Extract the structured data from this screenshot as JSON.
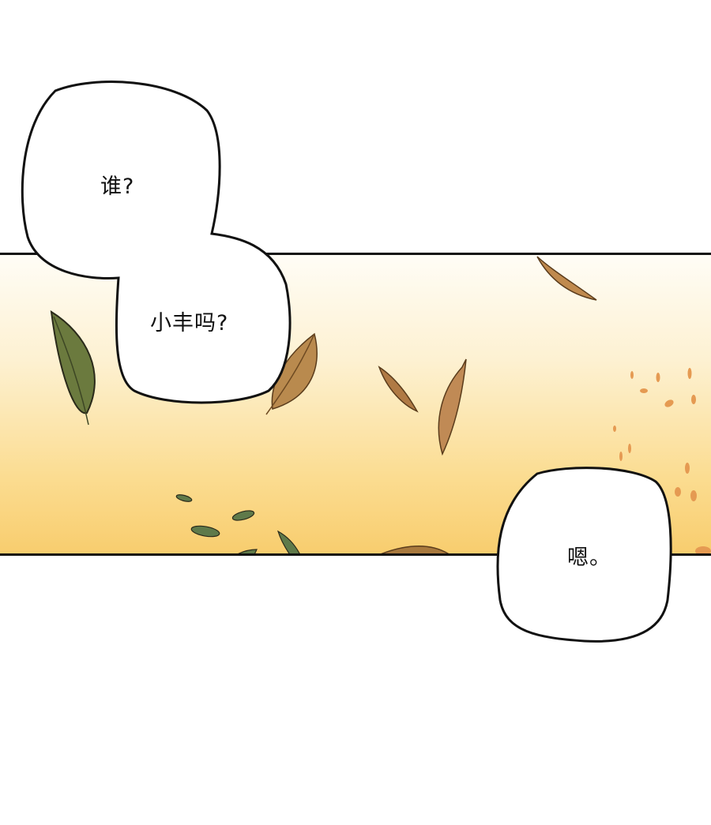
{
  "comic": {
    "panel": {
      "background_gradient": [
        "#fffdf6",
        "#fdf1d2",
        "#fbdc90",
        "#f8cd6e"
      ],
      "border_color": "#111111"
    },
    "bubbles": [
      {
        "id": "bubble-1",
        "text": "谁?"
      },
      {
        "id": "bubble-2",
        "text": "小丰吗?"
      },
      {
        "id": "bubble-3",
        "text": "嗯。"
      }
    ],
    "leaf_colors": {
      "green": "#6b7a3e",
      "brown": "#b98a4e",
      "orange": "#e59a52"
    }
  }
}
